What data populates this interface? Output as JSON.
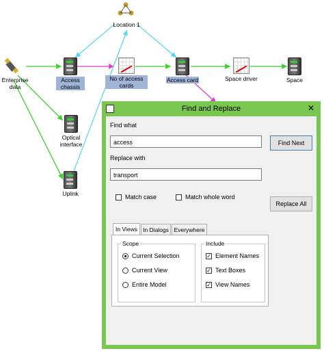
{
  "diagram": {
    "nodes": {
      "location1": "Location 1",
      "enterprise_data": "Enterprise data",
      "access_chassis": "Access chassis",
      "no_access_cards": "No of access cards",
      "access_card": "Access card",
      "space_driver": "Space driver",
      "space": "Space",
      "optical_interface": "Optical interface",
      "uplink": "Uplink"
    },
    "colors": {
      "green": "#39d12a",
      "cyan": "#59d7f2",
      "magenta": "#e23bcf",
      "selection": "#9fb4d6"
    },
    "icons": [
      "network-icon",
      "satellite-icon",
      "server-icon",
      "chart-icon"
    ]
  },
  "dialog": {
    "title": "Find and Replace",
    "close": "✕",
    "find_label": "Find what",
    "find_value": "access",
    "find_next": "Find Next",
    "replace_label": "Replace with",
    "replace_value": "transport",
    "match_case": "Match case",
    "match_whole_word": "Match whole word",
    "replace_all": "Replace All",
    "tabs": [
      "In Views",
      "In Dialogs",
      "Everywhere"
    ],
    "scope": {
      "title": "Scope",
      "options": [
        "Current Selection",
        "Current View",
        "Entire Model"
      ],
      "selected": "Current Selection"
    },
    "include": {
      "title": "Include",
      "options": [
        "Element Names",
        "Text Boxes",
        "View Names"
      ]
    },
    "colors": {
      "frame": "#79c74f",
      "body": "#f0f0f0"
    }
  }
}
